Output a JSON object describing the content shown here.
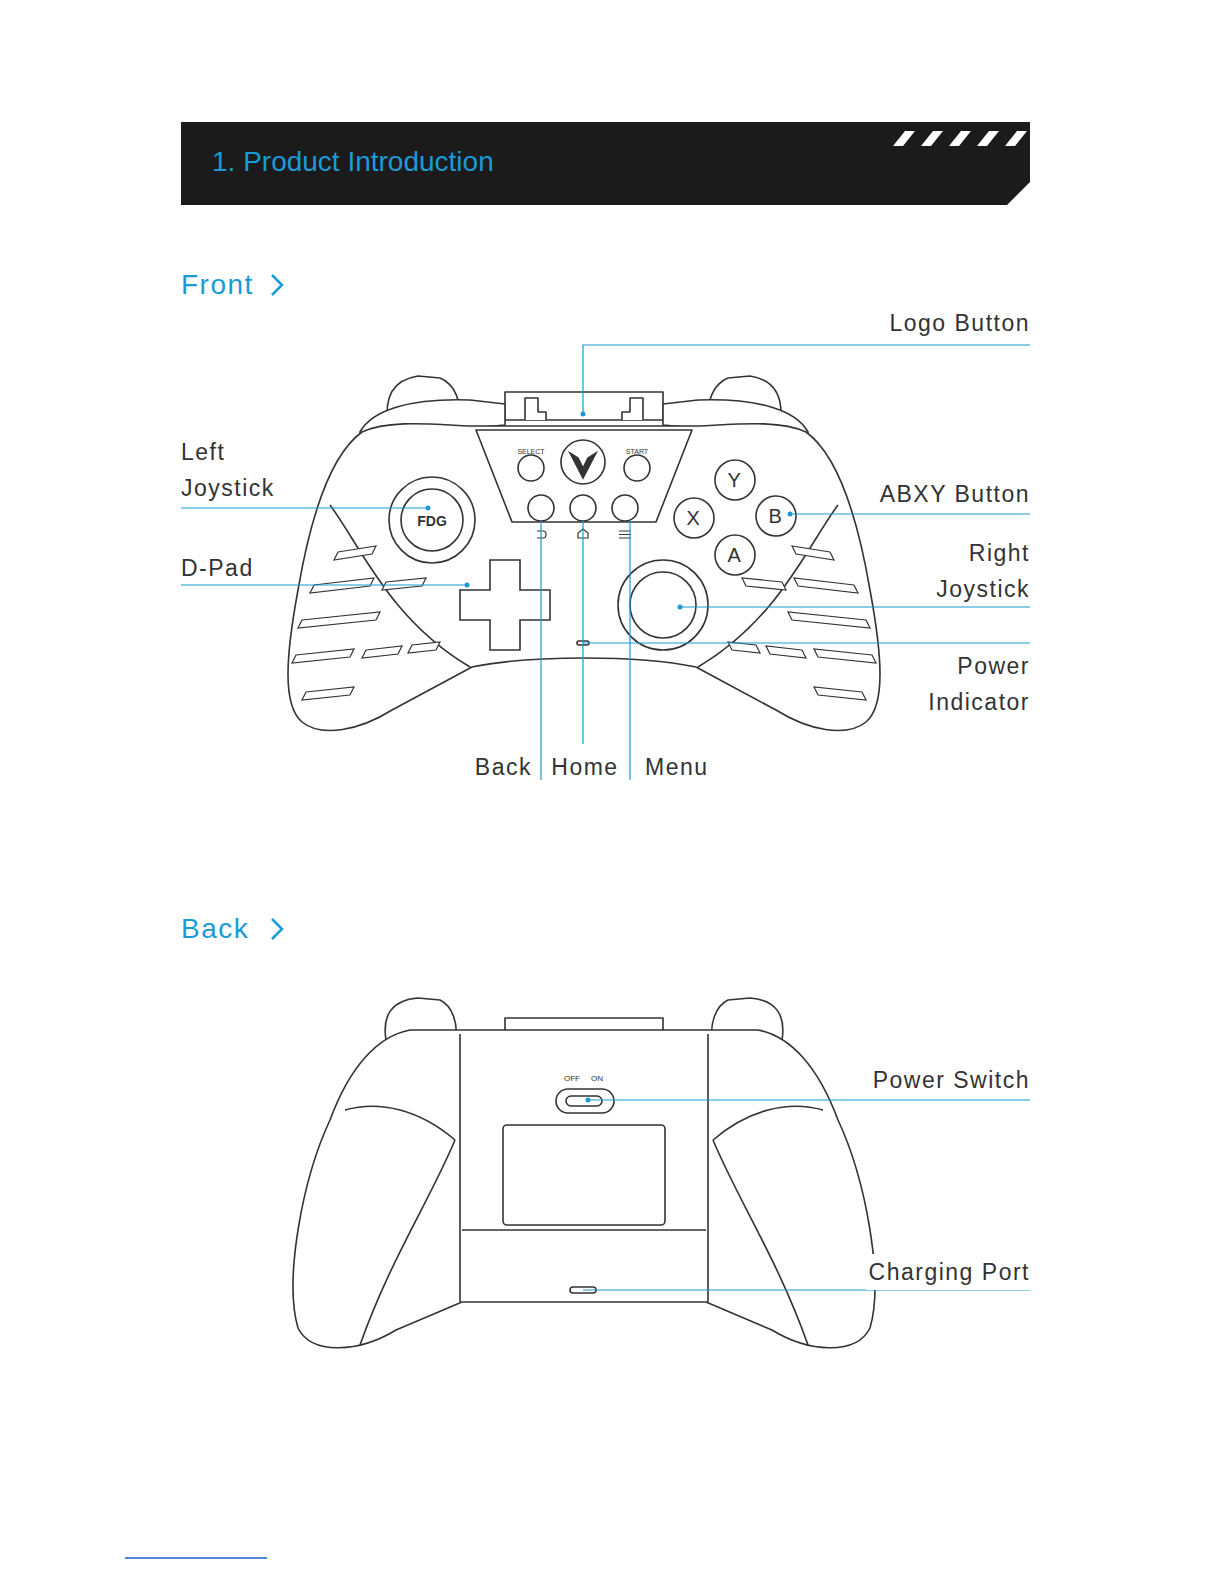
{
  "diagram": {
    "title": "1. Product Introduction",
    "labels": [
      "Front",
      "Logo Button",
      "Left Joystick",
      "ABXY Button",
      "SELECT",
      "START",
      "Y",
      "X",
      "B",
      "A",
      "FDG",
      "D-Pad",
      "Right Joystick",
      "Power Indicator",
      "Back",
      "Home",
      "Menu",
      "Back",
      "OFF",
      "ON",
      "Power Switch",
      "Charging Port"
    ]
  }
}
